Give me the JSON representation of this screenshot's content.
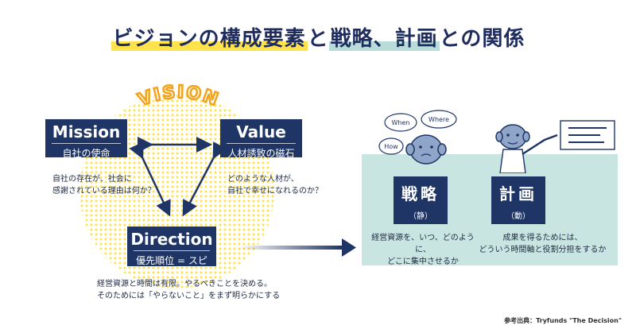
{
  "title": {
    "part1": "ビジョンの構成要素",
    "part2": "と",
    "part3": "戦略、計画",
    "part4": "との関係"
  },
  "vision": {
    "label": "VISION"
  },
  "mission": {
    "en": "Mission",
    "jp": "自社の使命",
    "caption": [
      "自社の存在が、社会に",
      "感謝されている理由は何か？"
    ]
  },
  "value": {
    "en": "Value",
    "jp": "人材誘致の磁石",
    "caption": [
      "どのような人材が、",
      "自社で幸せになれるのか？"
    ]
  },
  "direction": {
    "en": "Direction",
    "jp": "優先順位 = スピード",
    "caption": [
      "経営資源と時間は有限。やるべきことを決める。",
      "そのためには「やらないこと」をまず明らかにする"
    ]
  },
  "strategy": {
    "title": "戦略",
    "sub": "（静）",
    "caption": [
      "経営資源を、いつ、どのように、",
      "どこに集中させるか"
    ]
  },
  "plan": {
    "title": "計画",
    "sub": "（動）",
    "caption": [
      "成果を得るためには、",
      "どういう時間軸と役割分担をするか"
    ]
  },
  "bubbles": [
    "When",
    "Where",
    "How"
  ],
  "reference": "参考出典：Tryfunds \"The Decision\"",
  "colors": {
    "navy": "#1e3566",
    "yellow": "#ffe34d",
    "orange": "#f2a31b",
    "teal": "#c8e5e1"
  }
}
